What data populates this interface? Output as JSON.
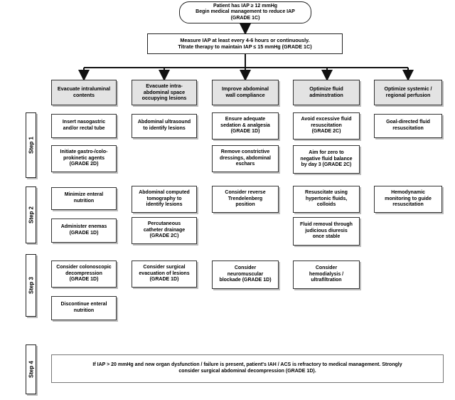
{
  "top_box": "Patient has IAP ≥ 12 mmHg\nBegin medical management to reduce IAP\n(GRADE 1C)",
  "measure_box": "Measure IAP at least every 4-6 hours or continuously.\nTitrate therapy to maintain IAP ≤ 15 mmHg (GRADE 1C)",
  "columns": [
    {
      "header": "Evacuate intraluminal\ncontents"
    },
    {
      "header": "Evacuate intra-\nabdominal space\noccupying lesions"
    },
    {
      "header": "Improve abdominal\nwall compliance"
    },
    {
      "header": "Optimize fluid\nadminstration"
    },
    {
      "header": "Optimize systemic /\nregional perfusion"
    }
  ],
  "steps": [
    "Step 1",
    "Step 2",
    "Step 3",
    "Step 4"
  ],
  "step1": {
    "c1a": "Insert nasogastric\nand/or rectal tube",
    "c1b": "Initiate gastro-/colo-\nprokinetic agents\n(GRADE 2D)",
    "c2a": "Abdominal ultrasound\nto identify lesions",
    "c3a": "Ensure adequate\nsedation & analgesia\n(GRADE 1D)",
    "c3b": "Remove constrictive\ndressings, abdominal\neschars",
    "c4a": "Avoid excessive fluid\nresuscitation\n(GRADE 2C)",
    "c4b": "Aim for zero to\nnegative fluid balance\nby day 3 (GRADE 2C)",
    "c5a": "Goal-directed fluid\nresuscitation"
  },
  "step2": {
    "c1a": "Minimize enteral\nnutrition",
    "c1b": "Administer enemas\n(GRADE 1D)",
    "c2a": "Abdominal computed\ntomography to\nidentify lesions",
    "c2b": "Percutaneous\ncatheter drainage\n(GRADE 2C)",
    "c3a": "Consider reverse\nTrendelenberg\nposition",
    "c4a": "Resuscitate using\nhypertonic fluids,\ncolloids",
    "c4b": "Fluid removal through\njudicious diuresis\nonce stable",
    "c5a": "Hemodynamic\nmonitoring to guide\nresuscitation"
  },
  "step3": {
    "c1a": "Consider colonoscopic\ndecompression\n(GRADE 1D)",
    "c1b": "Discontinue enteral\nnutrition",
    "c2a": "Consider surgical\nevacuation of lesions\n(GRADE 1D)",
    "c3a": "Consider\nneuromuscular\nblockade (GRADE 1D)",
    "c4a": "Consider\nhemodialysis /\nultrafiltration"
  },
  "step4_text": "If IAP > 20 mmHg and new organ dysfunction / failure is present, patient's IAH / ACS is refractory to medical management.  Strongly\nconsider surgical abdominal decompression (GRADE 1D)."
}
